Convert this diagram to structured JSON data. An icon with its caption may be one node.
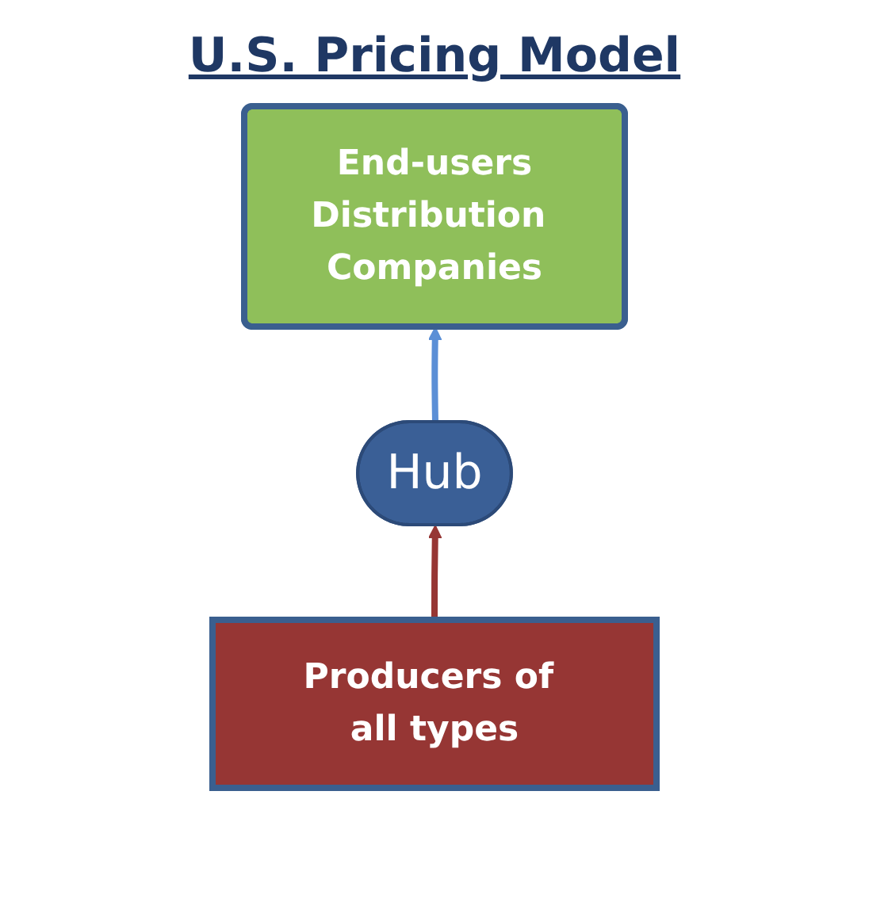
{
  "diagram": {
    "title": "U.S. Pricing Model",
    "nodes": [
      {
        "text": [
          "End-users",
          "Distribution Companies"
        ]
      },
      {
        "text": [
          "Hub"
        ]
      },
      {
        "text": [
          "Producers of all types"
        ]
      }
    ],
    "edges": [
      {
        "from": 2,
        "to": 1,
        "arrow": "to",
        "color": "#963634"
      },
      {
        "from": 1,
        "to": 0,
        "arrow": "to",
        "color": "#5b8fd6"
      }
    ]
  }
}
